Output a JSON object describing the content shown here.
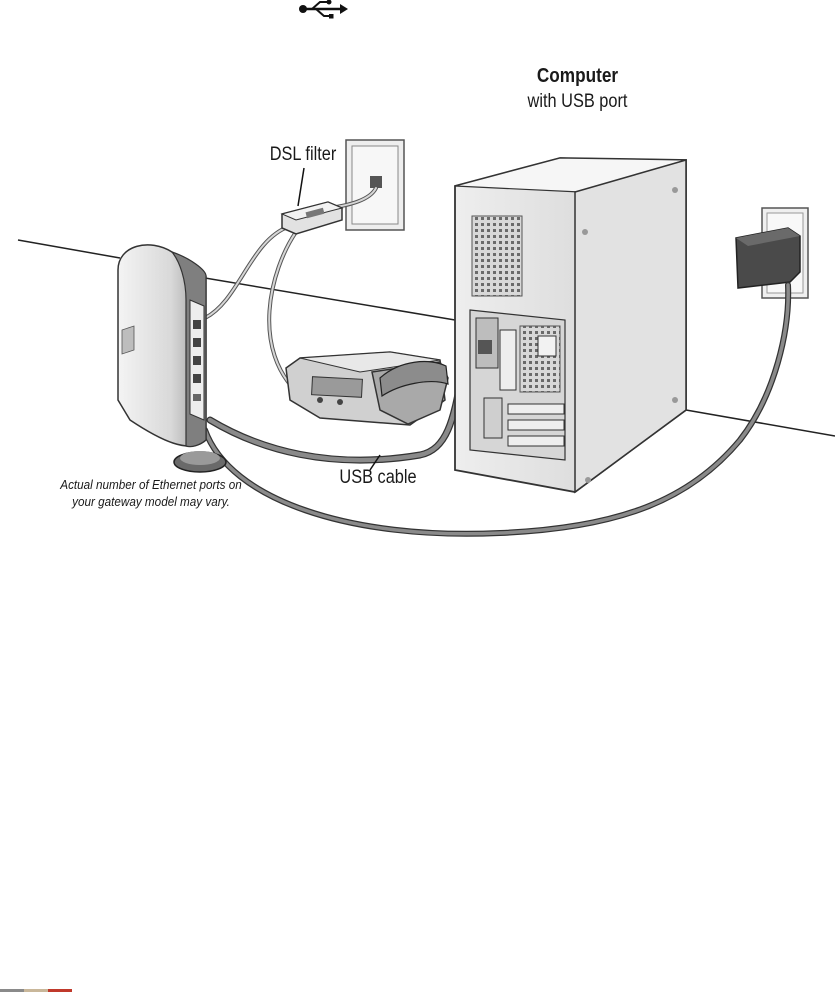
{
  "labels": {
    "computer_title": "Computer",
    "computer_subtitle": "with USB port",
    "dsl_filter": "DSL filter",
    "usb_cable": "USB cable",
    "ethernet_note_line1": "Actual number of Ethernet ports on",
    "ethernet_note_line2": "your gateway model may vary."
  },
  "icons": {
    "top_symbol": "usb-icon"
  },
  "colors": {
    "cable": "#7a7a7a",
    "device_light": "#e6e6e6",
    "device_dark": "#8a8a8a",
    "outline": "#333333",
    "footer": [
      "#8a8a8a",
      "#c9b79a",
      "#c0392b"
    ]
  }
}
